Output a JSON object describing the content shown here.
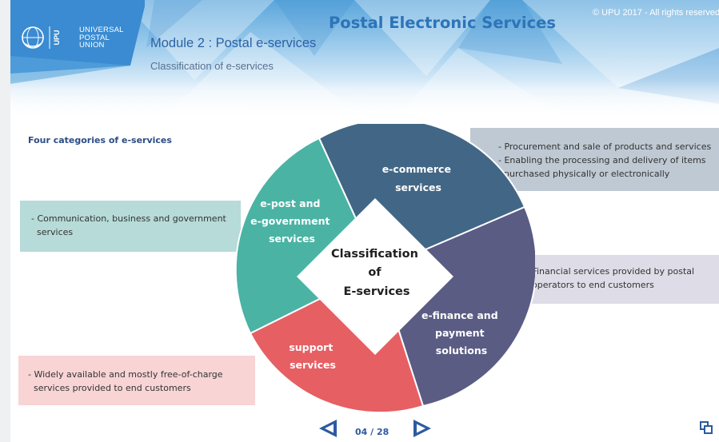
{
  "header": {
    "logo_lines": [
      "UNIVERSAL",
      "POSTAL",
      "UNION"
    ],
    "logo_monogram": "UPU",
    "title": "Postal Electronic Services",
    "copyright": "© UPU 2017 - All rights reserved",
    "module_title": "Module 2 : Postal e-services",
    "module_subtitle": "Classification of e-services"
  },
  "content": {
    "section_title": "Four categories of e-services",
    "center_label": [
      "Classification",
      "of",
      "E-services"
    ],
    "segments": [
      {
        "label": [
          "e-commerce",
          "services"
        ],
        "color": "#426786"
      },
      {
        "label": [
          "e-finance and",
          "payment",
          "solutions"
        ],
        "color": "#5b5c84"
      },
      {
        "label": [
          "support",
          "services"
        ],
        "color": "#e65f63"
      },
      {
        "label": [
          "e-post and",
          "e-government",
          "services"
        ],
        "color": "#4ab3a4"
      }
    ],
    "boxes": {
      "ecommerce": [
        "- Procurement and sale of products and services",
        "- Enabling the processing and delivery of items",
        "  purchased physically or electronically"
      ],
      "epost": [
        "- Communication, business and government",
        "  services"
      ],
      "finance": [
        "- Financial services provided by postal",
        "  operators to end customers"
      ],
      "support": [
        "- Widely available and mostly free-of-charge",
        "  services provided to end customers"
      ]
    }
  },
  "navigation": {
    "page_counter": "04 / 28",
    "prev_icon": "triangle-left-icon",
    "next_icon": "triangle-right-icon",
    "corner_icon": "restore-windows-icon"
  }
}
